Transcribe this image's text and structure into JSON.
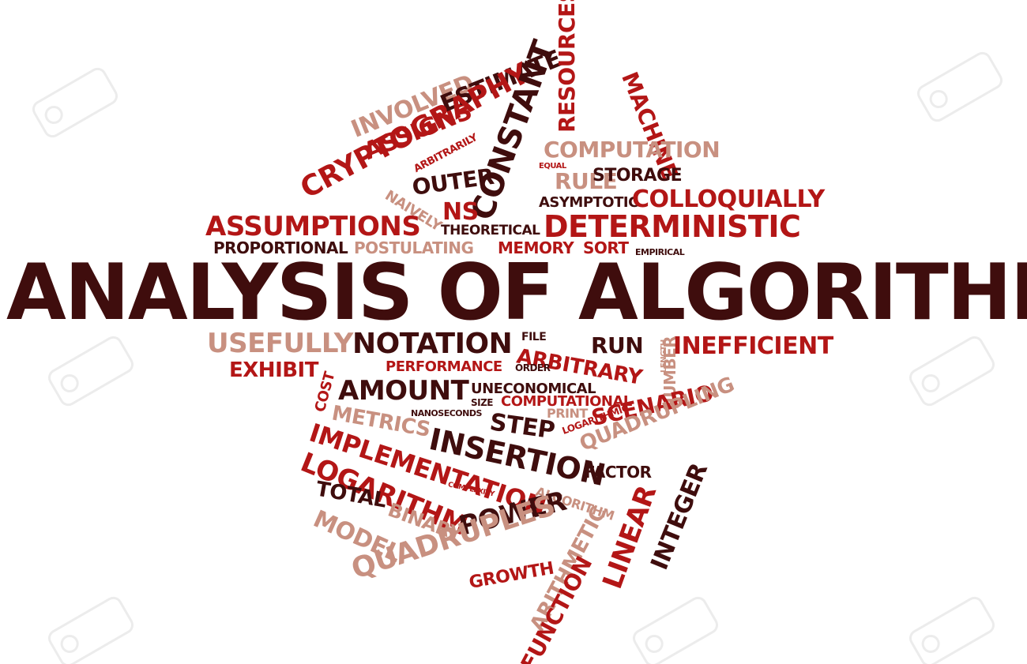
{
  "title": "ANALYSIS OF ALGORITHMS",
  "words": [
    {
      "id": "involved",
      "text": "INVOLVED",
      "color": "pink"
    },
    {
      "id": "assigns",
      "text": "ASSIGNS",
      "color": "red"
    },
    {
      "id": "estimate",
      "text": "ESTIMATE",
      "color": "dark"
    },
    {
      "id": "cryptography",
      "text": "CRYPTOGRAPHY",
      "color": "red"
    },
    {
      "id": "arbitrarily",
      "text": "ARBITRARILY",
      "color": "red"
    },
    {
      "id": "constant",
      "text": "CONSTANT",
      "color": "dark"
    },
    {
      "id": "resources",
      "text": "RESOURCES",
      "color": "red"
    },
    {
      "id": "machine",
      "text": "MACHINE",
      "color": "red"
    },
    {
      "id": "computation",
      "text": "COMPUTATION",
      "color": "pink"
    },
    {
      "id": "outer",
      "text": "OUTER",
      "color": "dark"
    },
    {
      "id": "naively",
      "text": "NAIVELY",
      "color": "pink"
    },
    {
      "id": "equal",
      "text": "EQUAL",
      "color": "red"
    },
    {
      "id": "rule",
      "text": "RULE",
      "color": "pink"
    },
    {
      "id": "storage",
      "text": "STORAGE",
      "color": "dark"
    },
    {
      "id": "asymptotic",
      "text": "ASYMPTOTIC",
      "color": "dark"
    },
    {
      "id": "colloquially",
      "text": "COLLOQUIALLY",
      "color": "red"
    },
    {
      "id": "ns",
      "text": "NS",
      "color": "red"
    },
    {
      "id": "assumptions",
      "text": "ASSUMPTIONS",
      "color": "red"
    },
    {
      "id": "theoretical",
      "text": "THEORETICAL",
      "color": "dark"
    },
    {
      "id": "deterministic",
      "text": "DETERMINISTIC",
      "color": "red"
    },
    {
      "id": "proportional",
      "text": "PROPORTIONAL",
      "color": "dark"
    },
    {
      "id": "postulating",
      "text": "POSTULATING",
      "color": "pink"
    },
    {
      "id": "memory",
      "text": "MEMORY",
      "color": "red"
    },
    {
      "id": "sort",
      "text": "SORT",
      "color": "red"
    },
    {
      "id": "empirical",
      "text": "EMPIRICAL",
      "color": "dark"
    },
    {
      "id": "usefully",
      "text": "USEFULLY",
      "color": "pink"
    },
    {
      "id": "notation",
      "text": "NOTATION",
      "color": "dark"
    },
    {
      "id": "file",
      "text": "FILE",
      "color": "dark"
    },
    {
      "id": "arbitrary",
      "text": "ARBITRARY",
      "color": "red"
    },
    {
      "id": "run",
      "text": "RUN",
      "color": "dark"
    },
    {
      "id": "length",
      "text": "LENGTH",
      "color": "pink"
    },
    {
      "id": "number",
      "text": "NUMBER",
      "color": "pink"
    },
    {
      "id": "inefficient",
      "text": "INEFFICIENT",
      "color": "red"
    },
    {
      "id": "exhibit",
      "text": "EXHIBIT",
      "color": "red"
    },
    {
      "id": "performance",
      "text": "PERFORMANCE",
      "color": "red"
    },
    {
      "id": "order",
      "text": "ORDER",
      "color": "dark"
    },
    {
      "id": "cost",
      "text": "COST",
      "color": "red"
    },
    {
      "id": "amount",
      "text": "AMOUNT",
      "color": "dark"
    },
    {
      "id": "uneconomical",
      "text": "UNECONOMICAL",
      "color": "dark"
    },
    {
      "id": "size",
      "text": "SIZE",
      "color": "dark"
    },
    {
      "id": "computational",
      "text": "COMPUTATIONAL",
      "color": "red"
    },
    {
      "id": "metrics",
      "text": "METRICS",
      "color": "pink"
    },
    {
      "id": "nanoseconds",
      "text": "NANOSECONDS",
      "color": "dark"
    },
    {
      "id": "print",
      "text": "PRINT",
      "color": "pink"
    },
    {
      "id": "scenario",
      "text": "SCENARIO",
      "color": "red"
    },
    {
      "id": "step",
      "text": "STEP",
      "color": "dark"
    },
    {
      "id": "implementation",
      "text": "IMPLEMENTATION",
      "color": "red"
    },
    {
      "id": "insertion",
      "text": "INSERTION",
      "color": "dark"
    },
    {
      "id": "logarithmic",
      "text": "LOGARITHMIC",
      "color": "red"
    },
    {
      "id": "quadrupling",
      "text": "QUADRUPLING",
      "color": "pink"
    },
    {
      "id": "logarithm",
      "text": "LOGARITHM",
      "color": "red"
    },
    {
      "id": "factor",
      "text": "FACTOR",
      "color": "dark"
    },
    {
      "id": "total",
      "text": "TOTAL",
      "color": "dark"
    },
    {
      "id": "complexity",
      "text": "COMPLEXITY",
      "color": "red"
    },
    {
      "id": "algorithm",
      "text": "ALGORITHM",
      "color": "pink"
    },
    {
      "id": "integer",
      "text": "INTEGER",
      "color": "dark"
    },
    {
      "id": "model",
      "text": "MODEL",
      "color": "pink"
    },
    {
      "id": "binary",
      "text": "BINARY",
      "color": "pink"
    },
    {
      "id": "power",
      "text": "POWER",
      "color": "dark"
    },
    {
      "id": "linear",
      "text": "LINEAR",
      "color": "red"
    },
    {
      "id": "quadruples",
      "text": "QUADRUPLES",
      "color": "pink"
    },
    {
      "id": "arithmetic",
      "text": "ARITHMETIC",
      "color": "pink"
    },
    {
      "id": "growth",
      "text": "GROWTH",
      "color": "red"
    },
    {
      "id": "function",
      "text": "FUNCTION",
      "color": "red"
    }
  ],
  "colors": {
    "dark": "#3f0d0d",
    "red": "#b31616",
    "pink": "#c89080",
    "background": "#ffffff"
  },
  "watermark": "123RF"
}
